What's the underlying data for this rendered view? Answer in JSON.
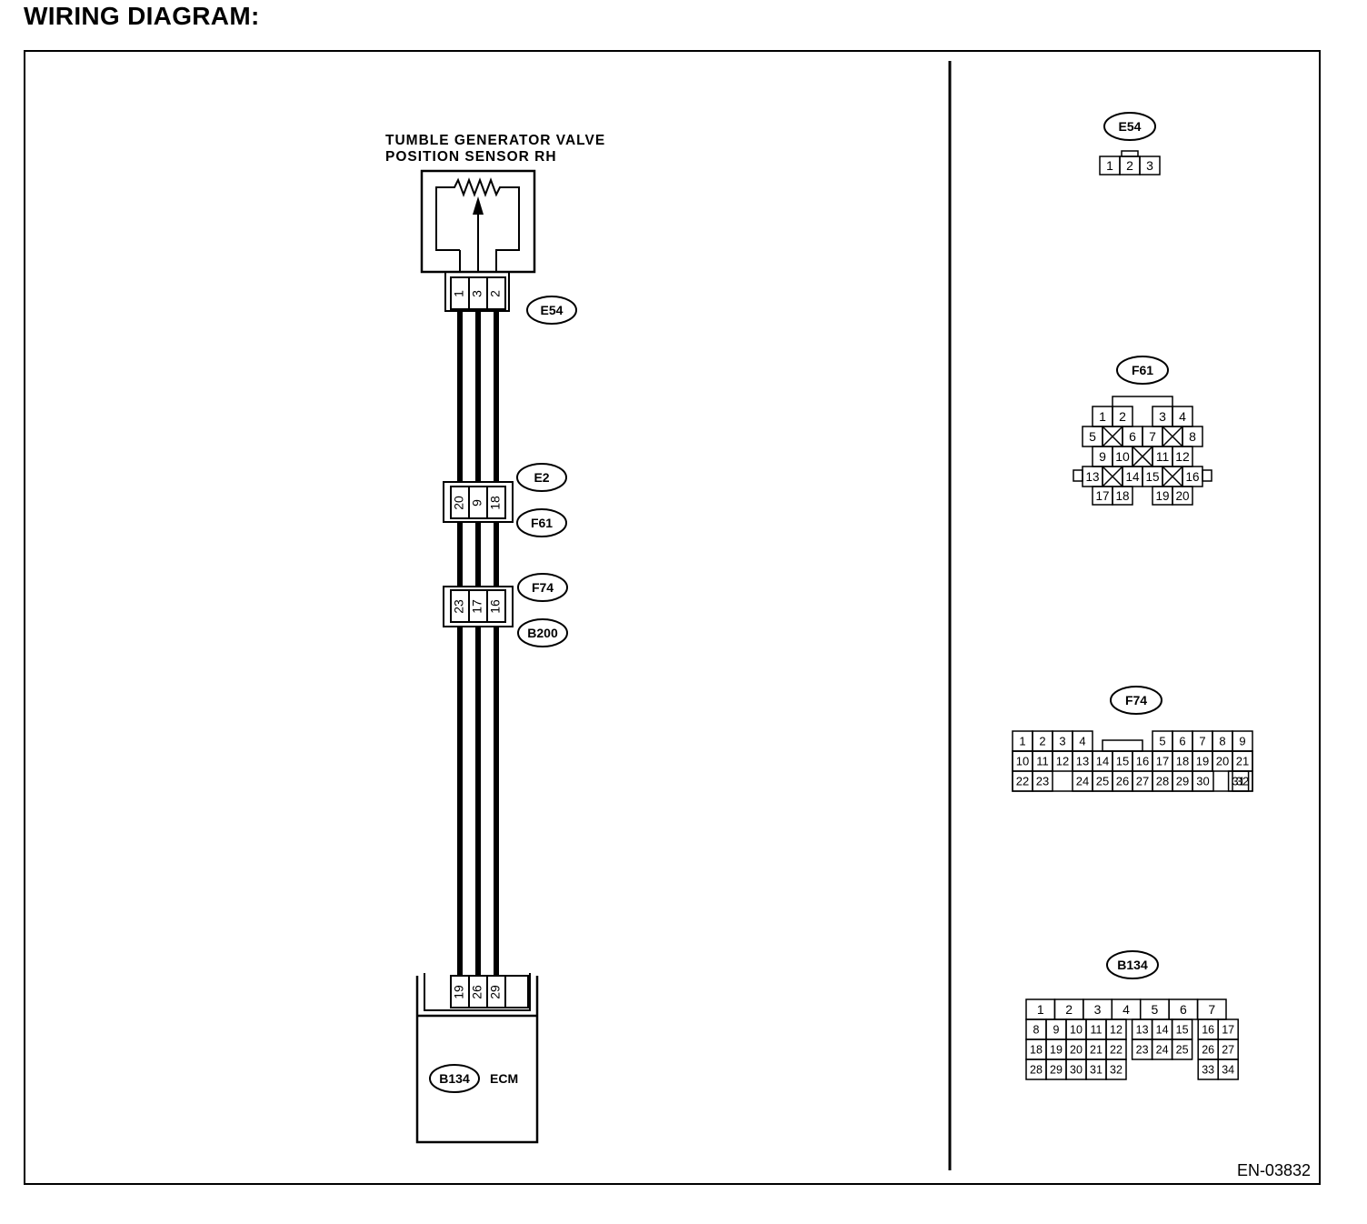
{
  "page_title": "WIRING DIAGRAM:",
  "sensor": {
    "title_line1": "TUMBLE GENERATOR VALVE",
    "title_line2": "POSITION SENSOR RH",
    "connector_id": "E54",
    "pins": [
      "1",
      "3",
      "2"
    ]
  },
  "joint1": {
    "upper_id": "E2",
    "lower_id": "F61",
    "pins": [
      "20",
      "9",
      "18"
    ]
  },
  "joint2": {
    "upper_id": "F74",
    "lower_id": "B200",
    "pins": [
      "23",
      "17",
      "16"
    ]
  },
  "ecm": {
    "connector_id": "B134",
    "label": "ECM",
    "pins": [
      "19",
      "26",
      "29"
    ]
  },
  "connector_views": {
    "e54": {
      "id": "E54",
      "rows": [
        [
          "1",
          "2",
          "3"
        ]
      ]
    },
    "f61": {
      "id": "F61",
      "rows": [
        [
          "1",
          "2",
          "3",
          "4"
        ],
        [
          "5",
          "6",
          "7",
          "8"
        ],
        [
          "9",
          "10",
          "11",
          "12"
        ],
        [
          "13",
          "14",
          "15",
          "16"
        ],
        [
          "17",
          "18",
          "19",
          "20"
        ]
      ]
    },
    "f74": {
      "id": "F74",
      "rows": [
        [
          "1",
          "2",
          "3",
          "4",
          "5",
          "6",
          "7",
          "8",
          "9"
        ],
        [
          "10",
          "11",
          "12",
          "13",
          "14",
          "15",
          "16",
          "17",
          "18",
          "19",
          "20",
          "21"
        ],
        [
          "22",
          "23",
          "24",
          "25",
          "26",
          "27",
          "28",
          "29",
          "30",
          "31",
          "32"
        ]
      ]
    },
    "b134": {
      "id": "B134",
      "rows": [
        [
          "1",
          "2",
          "3",
          "4",
          "5",
          "6",
          "7"
        ],
        [
          "8",
          "9",
          "10",
          "11",
          "12",
          "13",
          "14",
          "15",
          "16",
          "17"
        ],
        [
          "18",
          "19",
          "20",
          "21",
          "22",
          "23",
          "24",
          "25",
          "26",
          "27"
        ],
        [
          "28",
          "29",
          "30",
          "31",
          "32",
          "33",
          "34"
        ]
      ]
    }
  },
  "figure_code": "EN-03832"
}
